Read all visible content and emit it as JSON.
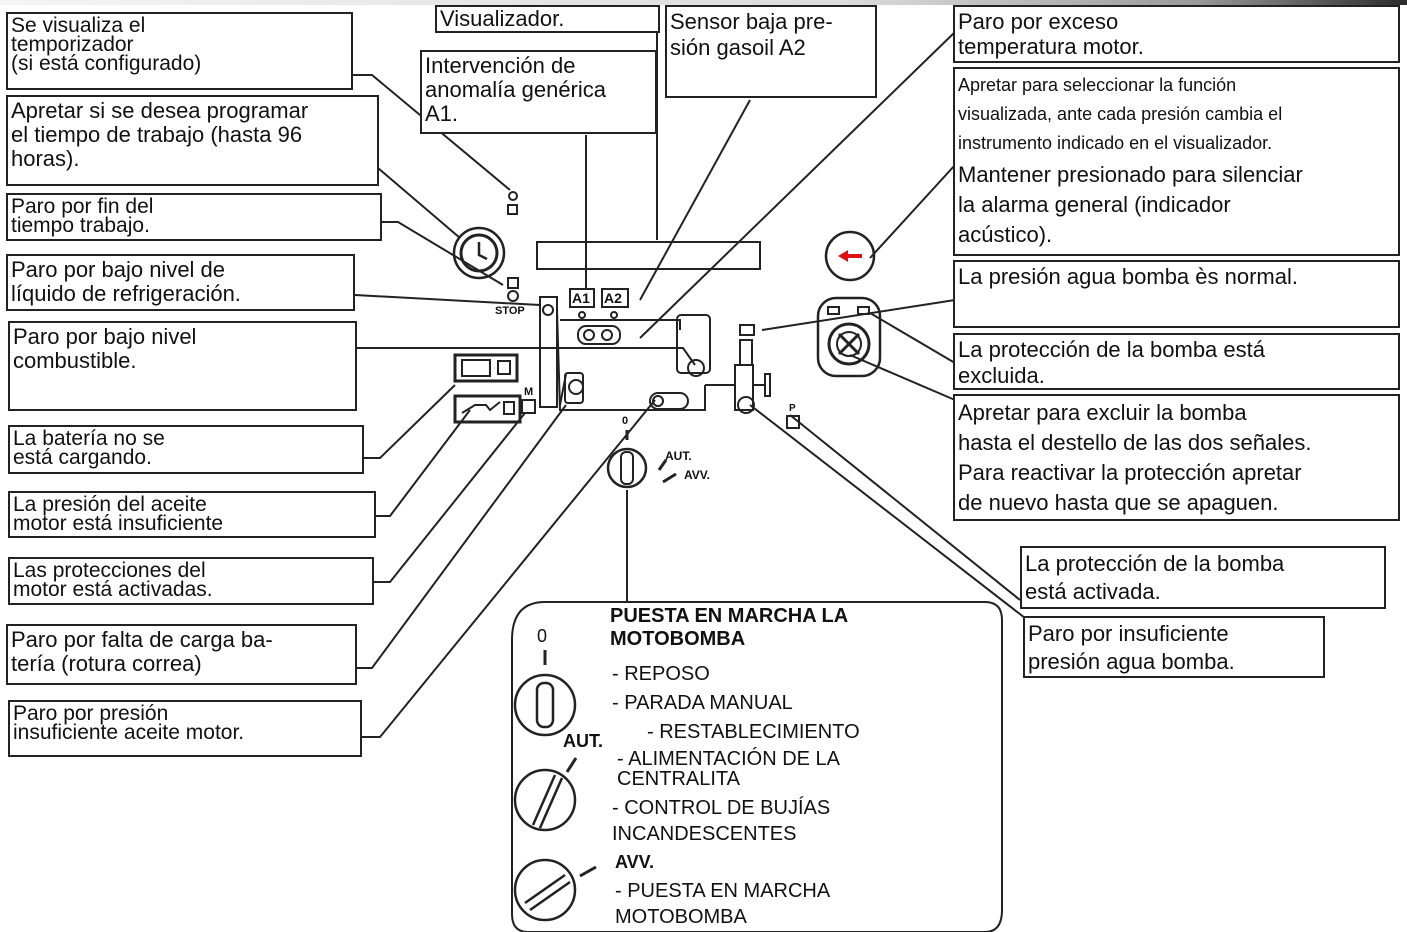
{
  "labels": {
    "timer_visual": "Se visualiza el\ntemporizador\n(si está configurado)",
    "timer_program": "Apretar si se desea programar\nel tiempo de trabajo (hasta 96\nhoras).",
    "stop_end_time": "Paro por fin del\ntiempo trabajo.",
    "stop_coolant": "Paro por bajo nivel de\nlíquido de refrigeración.",
    "stop_fuel": " Paro por bajo nivel\ncombustible.",
    "battery_not_charging": "La batería no se\nestá cargando.",
    "oil_pressure_low": "La presión del aceite\nmotor está insuficiente",
    "protections_active": "Las protecciones del\nmotor está activadas.",
    "stop_battery": "Paro por falta de carga ba-\ntería (rotura correa)",
    "stop_oil": "Paro por presión\ninsuficiente aceite motor.",
    "display": "Visualizador.",
    "generic_fault": " Intervención de\nanomalía genérica\nA1.",
    "low_pressure_a2": "Sensor baja pre-\nsión gasoil A2",
    "stop_overtemp": "Paro por exceso\ntemperatura motor.",
    "select_function": "Apretar para seleccionar la función\nvisualizada, ante cada presión cambia el\ninstrumento indicado en el visualizador.",
    "silence_alarm": "Mantener presionado para silenciar\nla alarma general (indicador\nacústico).",
    "pump_pressure_normal": "La presión agua bomba ès normal.",
    "pump_protection_excluded": "La protección de la bomba está\nexcluida.",
    "exclude_pump": " Apretar para excluir la bomba\nhasta el destello de las dos señales.\nPara reactivar la protección apretar\nde nuevo hasta que se apaguen.",
    "pump_protection_active": "La protección de la bomba\nestá activada.",
    "stop_pump_pressure": "Paro por insuficiente\npresión agua bomba."
  },
  "panel": {
    "a1": "A1",
    "a2": "A2",
    "stop": "STOP",
    "m": "M",
    "p": "P",
    "key_0": "0",
    "key_aut": "AUT.",
    "key_avv": "AVV."
  },
  "startup": {
    "title": "PUESTA EN MARCHA LA\nMOTOBOMBA",
    "pos0": "0",
    "item1": "- REPOSO",
    "item2": "- PARADA MANUAL",
    "aut": "AUT.",
    "item3": "- RESTABLECIMIENTO",
    "item4": "- ALIMENTACIÓN DE LA\n  CENTRALITA",
    "item5": "-  CONTROL DE BUJÍAS\n  INCANDESCENTES",
    "avv": "AVV.",
    "item6": "- PUESTA EN MARCHA\n  MOTOBOMBA"
  }
}
